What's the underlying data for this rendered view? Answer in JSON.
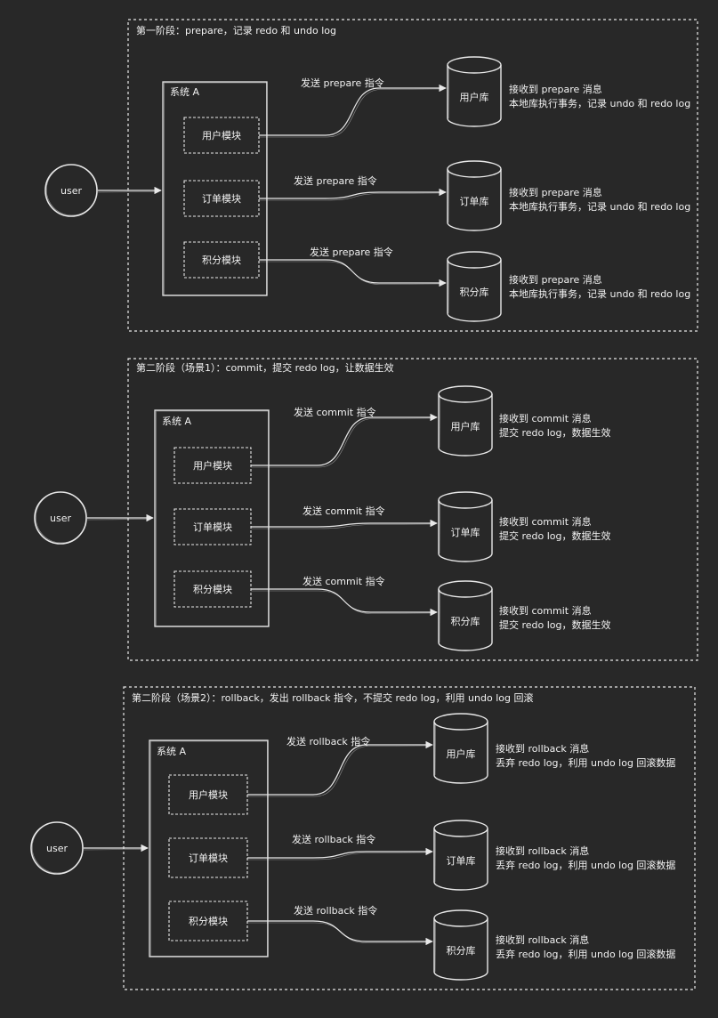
{
  "phases": [
    {
      "title": "第一阶段：prepare，记录 redo 和 undo log",
      "system_label": "系统 A",
      "user_label": "user",
      "modules": [
        {
          "module": "用户模块",
          "db": "用户库",
          "command": "发送 prepare 指令",
          "db_note_1": "接收到 prepare 消息",
          "db_note_2": "本地库执行事务，记录 undo 和 redo log"
        },
        {
          "module": "订单模块",
          "db": "订单库",
          "command": "发送 prepare 指令",
          "db_note_1": "接收到 prepare 消息",
          "db_note_2": "本地库执行事务，记录 undo 和 redo log"
        },
        {
          "module": "积分模块",
          "db": "积分库",
          "command": "发送 prepare 指令",
          "db_note_1": "接收到 prepare 消息",
          "db_note_2": "本地库执行事务，记录 undo 和 redo log"
        }
      ]
    },
    {
      "title": "第二阶段（场景1）：commit，提交 redo log，让数据生效",
      "system_label": "系统 A",
      "user_label": "user",
      "modules": [
        {
          "module": "用户模块",
          "db": "用户库",
          "command": "发送 commit 指令",
          "db_note_1": "接收到 commit 消息",
          "db_note_2": "提交 redo log，数据生效"
        },
        {
          "module": "订单模块",
          "db": "订单库",
          "command": "发送 commit 指令",
          "db_note_1": "接收到 commit 消息",
          "db_note_2": "提交 redo log，数据生效"
        },
        {
          "module": "积分模块",
          "db": "积分库",
          "command": "发送 commit 指令",
          "db_note_1": "接收到 commit 消息",
          "db_note_2": "提交 redo log，数据生效"
        }
      ]
    },
    {
      "title": "第二阶段（场景2）：rollback，发出 rollback 指令，不提交 redo log，利用 undo log 回滚",
      "system_label": "系统 A",
      "user_label": "user",
      "modules": [
        {
          "module": "用户模块",
          "db": "用户库",
          "command": "发送 rollback 指令",
          "db_note_1": "接收到 rollback 消息",
          "db_note_2": "丢弃 redo log，利用 undo log 回滚数据"
        },
        {
          "module": "订单模块",
          "db": "订单库",
          "command": "发送 rollback 指令",
          "db_note_1": "接收到 rollback 消息",
          "db_note_2": "丢弃 redo log，利用 undo log 回滚数据"
        },
        {
          "module": "积分模块",
          "db": "积分库",
          "command": "发送 rollback 指令",
          "db_note_1": "接收到 rollback 消息",
          "db_note_2": "丢弃 redo log，利用 undo log 回滚数据"
        }
      ]
    }
  ]
}
